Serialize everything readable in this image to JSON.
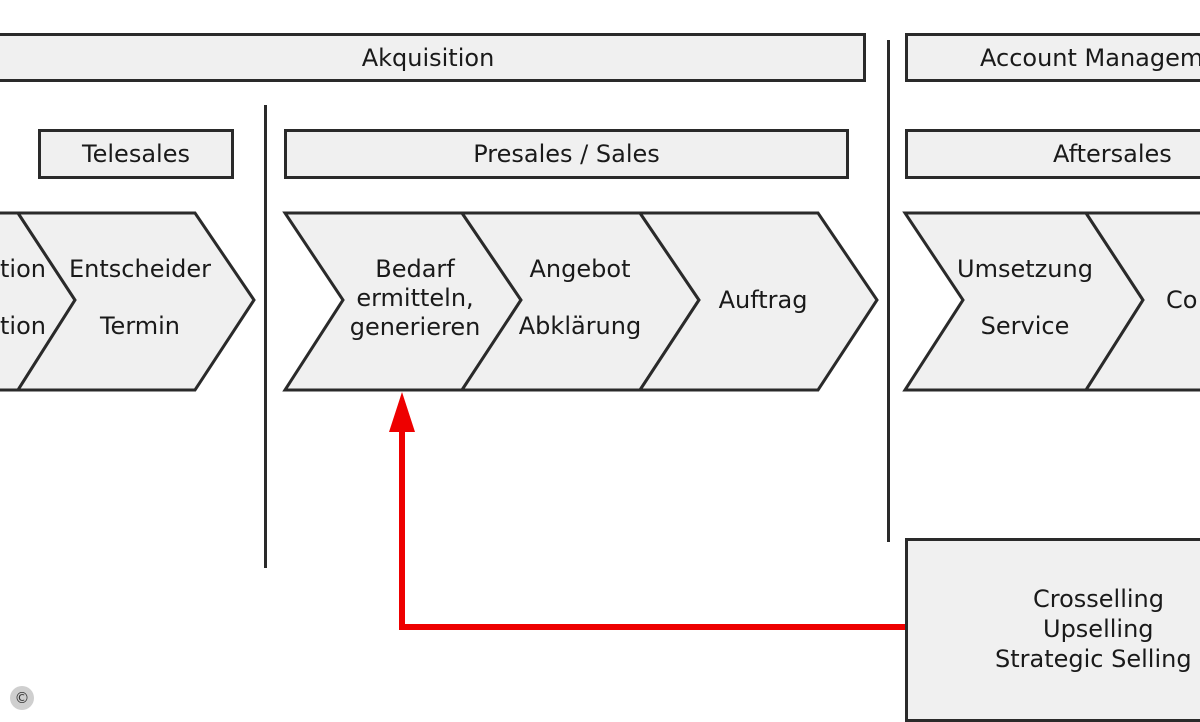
{
  "header_boxes": {
    "akquisition": "Akquisition",
    "account_management": "Account Managem"
  },
  "phase_boxes": {
    "telesales": "Telesales",
    "presales_sales": "Presales / Sales",
    "aftersales": "Aftersales"
  },
  "chevrons": {
    "left_partial": {
      "line1": "tion",
      "line2": "tion"
    },
    "entscheider": {
      "line1": "Entscheider",
      "line2": "Termin"
    },
    "bedarf": {
      "line1": "Bedarf",
      "line2": "ermitteln,",
      "line3": "generieren"
    },
    "angebot": {
      "line1": "Angebot",
      "line2": "Abklärung"
    },
    "auftrag": {
      "line1": "Auftrag"
    },
    "umsetzung": {
      "line1": "Umsetzung",
      "line2": "Service"
    },
    "right_partial": {
      "line1": "Co"
    }
  },
  "crossselling_box": {
    "line1": "Crosselling",
    "line2": "Upselling",
    "line3": "Strategic Selling"
  },
  "arrow_color": "#ee0000",
  "copyright_symbol": "©"
}
